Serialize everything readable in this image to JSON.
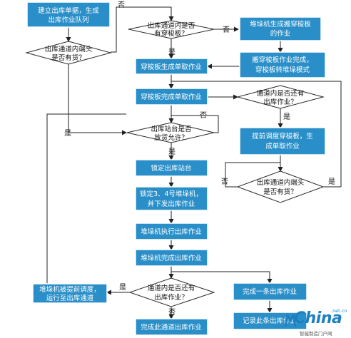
{
  "nodes": {
    "create_queue": [
      "建立出库单据，生成",
      "出库作业队列"
    ],
    "outer_has_goods_top": [
      "出库通道内端头",
      "是否有货？"
    ],
    "shuttle_in_lane": [
      "出库通道内是否",
      "有穿梭板？"
    ],
    "stacker_move_shuttle": [
      "堆垛机生成搬穿梭板",
      "的作业"
    ],
    "move_shuttle_done": [
      "搬穿梭板作业完成，",
      "穿梭板转堆垛模式"
    ],
    "shuttle_single_pick": [
      "穿梭板生成单取作业"
    ],
    "shuttle_pick_done": [
      "穿梭板完成单取作业"
    ],
    "lane_more_jobs_top": [
      "通道内是否还有",
      "出库作业？"
    ],
    "station_allowed": [
      "出库站台是否",
      "放货允许？"
    ],
    "advance_shuttle": [
      "提前调度穿梭板，生",
      "成单取作业"
    ],
    "outer_has_goods_right": [
      "出库通道内端头",
      "是否有货？"
    ],
    "lock_station": [
      "锁定出库站台"
    ],
    "lock_stackers": [
      "锁定3、4号堆垛机，",
      "并下发出库作业"
    ],
    "stacker_exec": [
      "堆垛机执行出库作业"
    ],
    "stacker_done": [
      "堆垛机完成出库作业"
    ],
    "lane_more_jobs_bottom": [
      "通道内是否还有",
      "出库作业？"
    ],
    "stacker_advance": [
      "堆垛机被提前调度，",
      "运行至出库通道"
    ],
    "finish_lane": [
      "完成此通道出库作业"
    ],
    "finish_one": [
      "完成一条出库作业"
    ],
    "record_job": [
      "记录此条出库作业"
    ]
  },
  "edge_labels": {
    "no": "否",
    "yes": "是"
  },
  "watermark": {
    "brand": "China",
    "domain": ".net.cn",
    "tagline": "智能制造门户网"
  },
  "colors": {
    "box_fill": "#2a8fc8",
    "diamond_fill": "#ffffff",
    "line": "#222222",
    "brand": "#1e7fc0"
  }
}
